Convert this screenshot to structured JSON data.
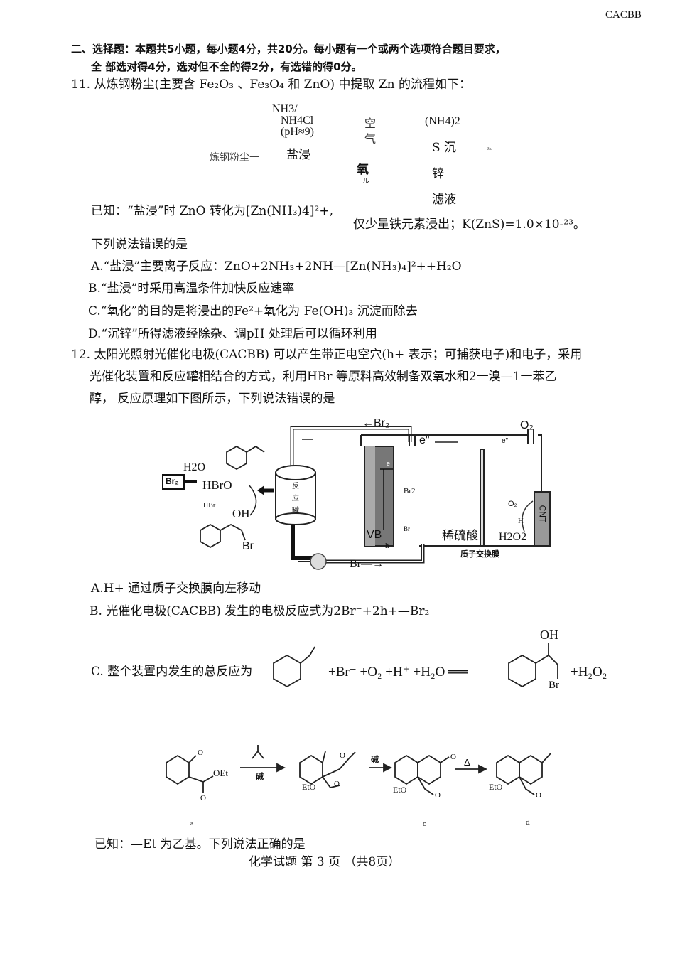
{
  "header_code": "CACBB",
  "section": {
    "line1": "二、选择题：本题共5小题，每小题4分，共20分。每小题有一个或两个选项符合题目要求，",
    "line2": "全 部选对得4分，选对但不全的得2分，有选错的得0分。"
  },
  "q11": {
    "stem": "11. 从炼钢粉尘(主要含 Fe₂O₃ 、Fe₃O₄ 和  ZnO) 中提取 Zn 的流程如下：",
    "flow": {
      "start": "炼钢粉尘一",
      "reagent1_a": "NH3/",
      "reagent1_b": "NH4Cl",
      "reagent1_c": "(pH≈9)",
      "step1": "盐浸",
      "reagent2_a": "空",
      "reagent2_b": "气",
      "step2": "氧",
      "step2_tail": "ル",
      "reagent3": "(NH4)2",
      "step3_a": "S 沉",
      "step3_b": "锌",
      "filtrate": "滤液",
      "product_fragment": "Zn"
    },
    "known_a": "已知：“盐浸”时  ZnO 转化为[Zn(NH₃)4]²+,",
    "known_b": "仅少量铁元素浸出；K(ZnS)=1.0×10-²³。",
    "ask": "下列说法错误的是",
    "options": [
      "A.“盐浸”主要离子反应：ZnO+2NH₃+2NH—[Zn(NH₃)₄]²++H₂O",
      "B.“盐浸”时采用高温条件加快反应速率",
      "C.“氧化”的目的是将浸出的Fe²+氧化为 Fe(OH)₃  沉淀而除去",
      "D.“沉锌”所得滤液经除杂、调pH  处理后可以循环利用"
    ]
  },
  "q12": {
    "line1": "12. 太阳光照射光催化电极(CACBB) 可以产生带正电空穴(h+ 表示；可捕获电子)和电子，采用",
    "line2": "光催化装置和反应罐相结合的方式，利用HBr 等原料高效制备双氧水和2一溴—1一苯乙",
    "line3": "醇，  反应原理如下图所示，下列说法错误的是",
    "diagram": {
      "br2_top": "←Br₂",
      "e_top": "e\"",
      "e_right": "e\"",
      "o2_top": "O₂",
      "h2o": "H2O",
      "br2_box": "Br₂",
      "hbro": "HBrO",
      "hbr": "HBr",
      "oh": "OH",
      "br": "Br",
      "tank_1": "反",
      "tank_2": "应",
      "tank_3": "罐",
      "e_electrode": "e",
      "br2_electrode": "Br2",
      "br_electrode": "Br",
      "vb": "VB",
      "h_electrode": "h",
      "acid": "稀硫酸",
      "o2_cnt": "O₂",
      "h_cnt": "H",
      "h2o2": "H2O2",
      "cnt": "CNT",
      "membrane": "质子交换膜",
      "br_bottom": "Br—→"
    },
    "options": {
      "A": "A.H+ 通过质子交换膜向左移动",
      "B": "B. 光催化电极(CACBB)   发生的电极反应式为2Br⁻+2h+—Br₂",
      "C_prefix": "C. 整个装置内发生的总反应为",
      "C_equation": "+Br⁻ +O₂ +H⁺ +H₂O ══",
      "C_product_oh": "OH",
      "C_product_br": "Br",
      "C_tail": "+H₂O₂"
    }
  },
  "q13": {
    "scheme": {
      "oet": "OEt",
      "base1": "碱",
      "base2": "碱",
      "heat": "Δ",
      "eto_b": "EtO",
      "eto_c": "EtO",
      "eto_d": "EtO",
      "label_a": "a",
      "label_c": "c",
      "label_d": "d"
    },
    "known": "已知：—Et 为乙基。下列说法正确的是"
  },
  "footer": "化学试题   第 3 页  （共8页）"
}
